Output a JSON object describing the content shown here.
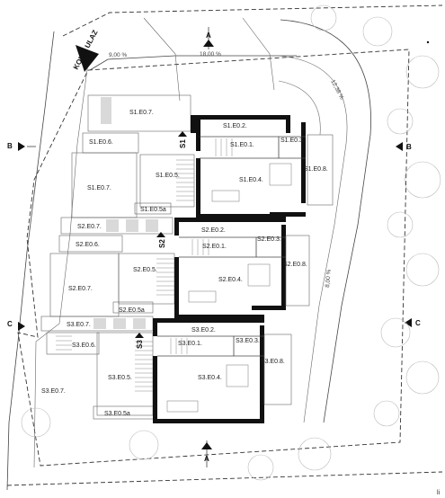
{
  "entrance": {
    "label": "KOLNI ULAZ"
  },
  "slopes": {
    "left": "9,00 %",
    "top": "18,00 %",
    "curve": "12,38 %",
    "right": "8,00 %"
  },
  "sections": {
    "a_top": "A",
    "a_bottom": "A",
    "b_left": "B",
    "b_right": "B",
    "c_left": "C",
    "c_right": "C"
  },
  "units": {
    "s1": {
      "tag": "S1",
      "e01": "S1.E0.1.",
      "e02": "S1.E0.2.",
      "e03": "S1.E0.3.",
      "e04": "S1.E0.4.",
      "e05": "S1.E0.5.",
      "e05a": "S1.E0.5a",
      "e06": "S1.E0.6.",
      "e07a": "S1.E0.7.",
      "e07b": "S1.E0.7.",
      "e08": "S1.E0.8."
    },
    "s2": {
      "tag": "S2",
      "e01": "S2.E0.1.",
      "e02": "S2.E0.2.",
      "e03": "S2.E0.3.",
      "e04": "S2.E0.4.",
      "e05": "S2.E0.5.",
      "e05a": "S2.E0.5a",
      "e06": "S2.E0.6.",
      "e07a": "S2.E0.7.",
      "e07b": "S2.E0.7.",
      "e08": "S2.E0.8."
    },
    "s3": {
      "tag": "S3",
      "e01": "S3.E0.1.",
      "e02": "S3.E0.2.",
      "e03": "S3.E0.3.",
      "e04": "S3.E0.4.",
      "e05": "S3.E0.5.",
      "e05a": "S3.E0.5a",
      "e06": "S3.E0.6.",
      "e07a": "S3.E0.7.",
      "e07b": "S3.E0.7.",
      "e08": "S3.E0.8."
    }
  },
  "corner_mark": "li"
}
